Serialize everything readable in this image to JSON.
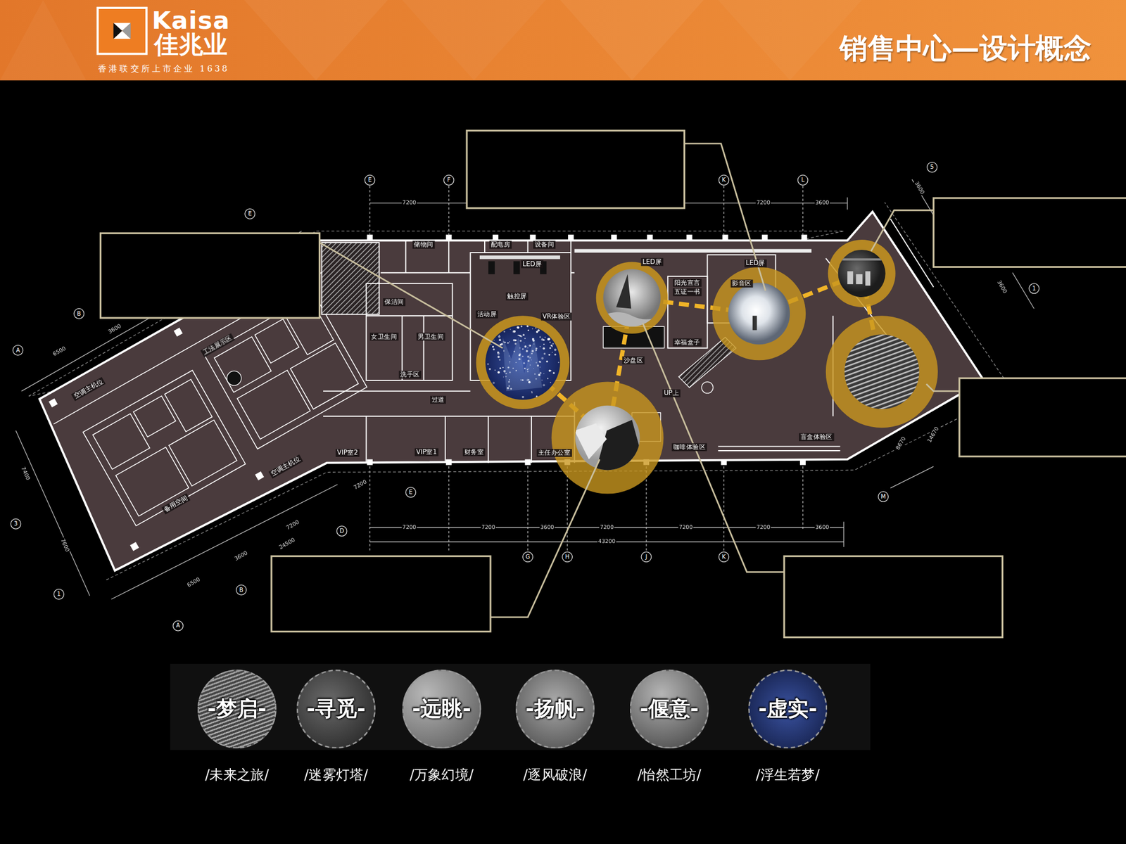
{
  "diagram": {
    "title": "销售中心—设计概念",
    "nodes": [
      {
        "text": [
          "-梦启-",
          "/未来之旅/"
        ]
      },
      {
        "text": [
          "-寻觅-",
          "/迷雾灯塔/"
        ]
      },
      {
        "text": [
          "-远眺-",
          "/万象幻境/"
        ]
      },
      {
        "text": [
          "-扬帆-",
          "/逐风破浪/"
        ]
      },
      {
        "text": [
          "-偃意-",
          "/怡然工坊/"
        ]
      },
      {
        "text": [
          "-虚实-",
          "/浮生若梦/"
        ]
      }
    ],
    "labels": [
      "Kaisa",
      "佳兆业",
      "香港联交所上市企业 1638",
      "储物间",
      "配电房",
      "设备间",
      "LED屏",
      "LED屏",
      "LED屏",
      "触控屏",
      "活动屏",
      "VR体验区",
      "保洁间",
      "女卫生间",
      "男卫生间",
      "洗手区",
      "过道",
      "工法展示区",
      "空调主机位",
      "空调主机位",
      "备用空间",
      "VIP室2",
      "VIP室1",
      "财务室",
      "主任办公室",
      "阳光宣言",
      "五证一书",
      "幸福盒子",
      "影音区",
      "沙盘区",
      "咖啡体验区",
      "盲盒体验区",
      "UP上",
      "E",
      "F",
      "K",
      "L",
      "5",
      "E",
      "B",
      "A",
      "3",
      "1",
      "A",
      "B",
      "D",
      "E",
      "G",
      "H",
      "J",
      "K",
      "M",
      "1",
      "7200",
      "7200",
      "3600",
      "7200",
      "7200",
      "3600",
      "7200",
      "7200",
      "7200",
      "3600",
      "43200",
      "3600",
      "6500",
      "7400",
      "7600",
      "24500",
      "3600",
      "6500",
      "7200",
      "7200",
      "3600",
      "3600",
      "8670",
      "14670"
    ]
  }
}
